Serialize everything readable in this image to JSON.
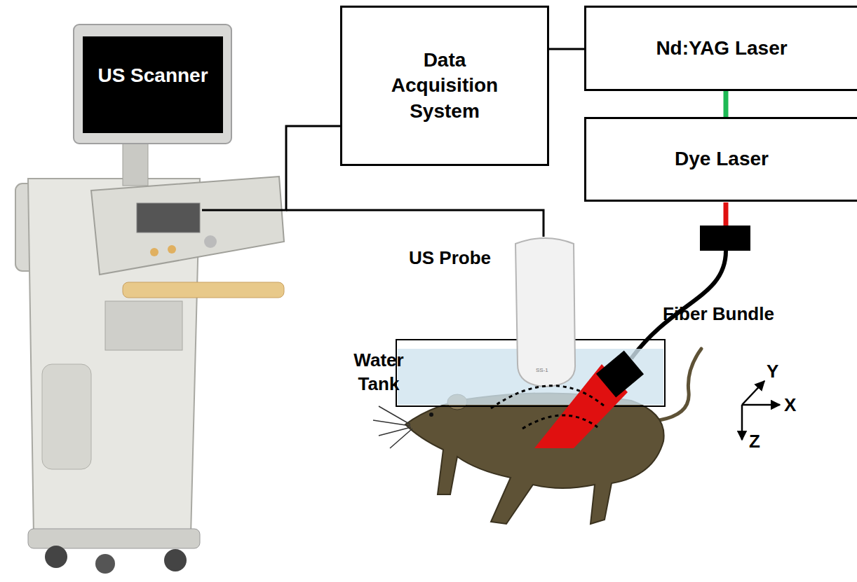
{
  "diagram": {
    "nodes": [
      {
        "text": [
          "US Scanner"
        ]
      },
      {
        "text": [
          "Data Acquisition System"
        ]
      },
      {
        "text": [
          "Nd:YAG Laser"
        ]
      },
      {
        "text": [
          "Dye Laser"
        ]
      }
    ],
    "edges": [
      {
        "from": 0,
        "to": 1,
        "arrow": "none"
      },
      {
        "from": 1,
        "to": 2,
        "arrow": "none"
      },
      {
        "from": 2,
        "to": 3,
        "arrow": "none"
      }
    ],
    "labels": [
      "US Probe",
      "Fiber Bundle",
      "Water Tank",
      "SS-1",
      "Y",
      "X",
      "Z"
    ]
  }
}
